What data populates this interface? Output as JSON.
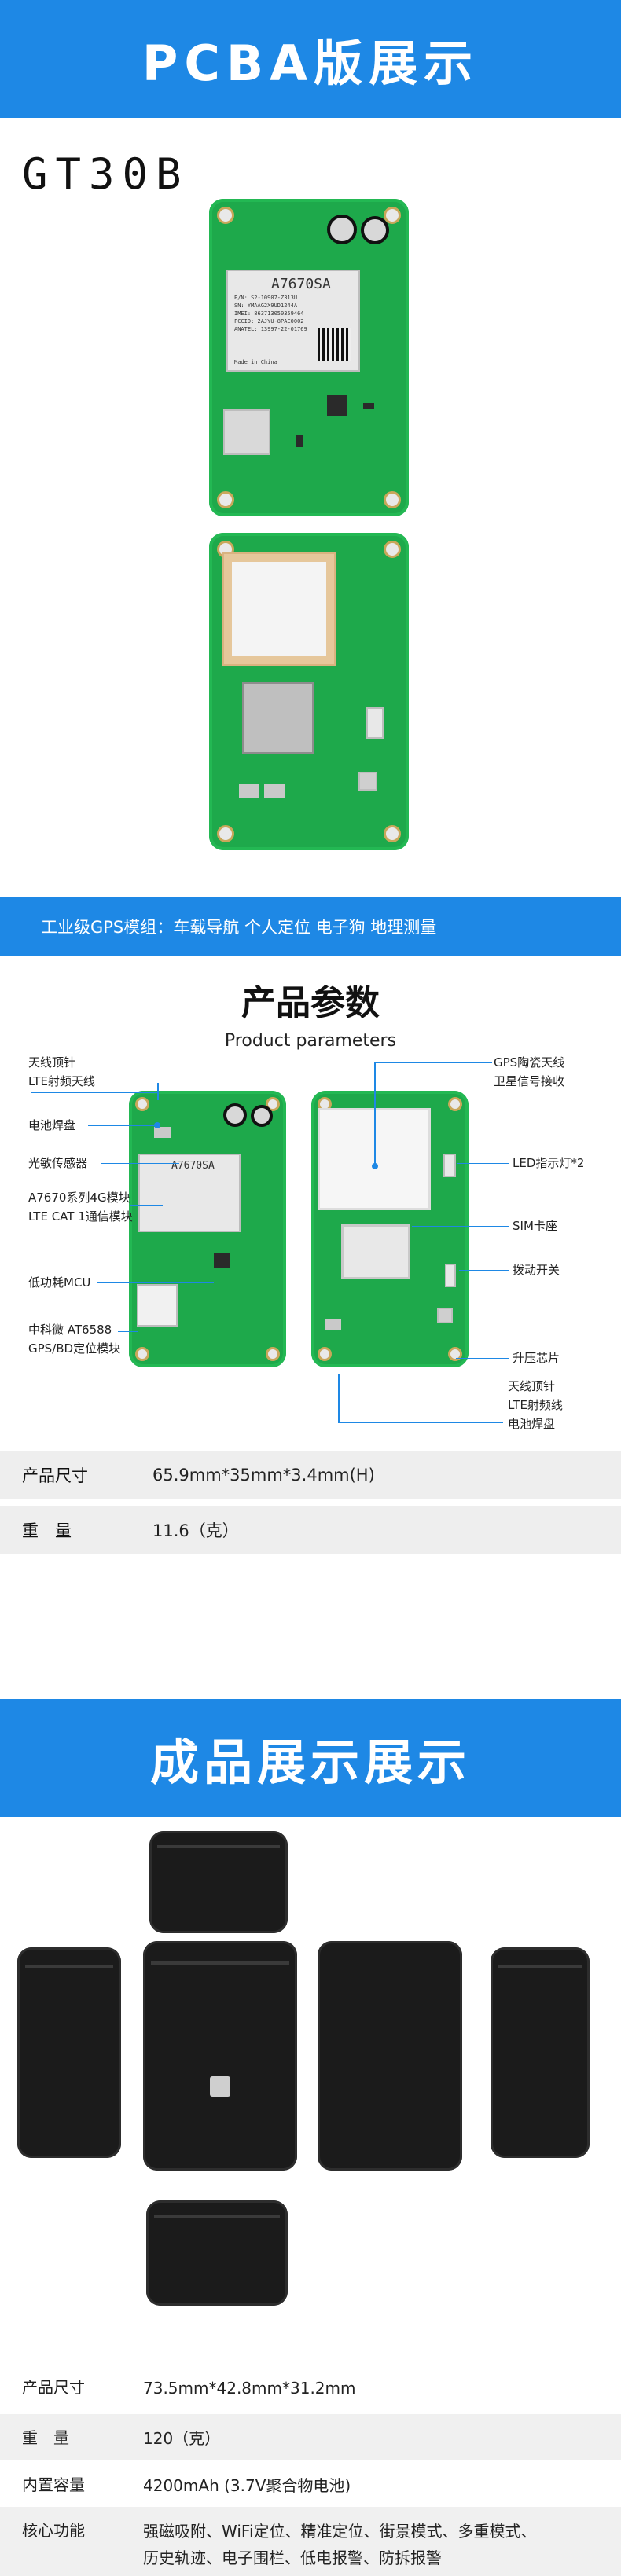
{
  "banner_top": {
    "title": "PCBA版展示"
  },
  "model": "GT30B",
  "module": {
    "name": "A7670SA",
    "lines": [
      "P/N: S2-10907-Z313U",
      "SN: YMAAG2X9UD1244A",
      "IMEI: 863713050359464",
      "FCCID: 2AJYU-8PAE0002",
      "ANATEL: 13997-22-01769"
    ],
    "made_in": "Made in China"
  },
  "strip": {
    "text": "工业级GPS模组：车载导航 个人定位 电子狗 地理测量"
  },
  "params": {
    "title": "产品参数",
    "subtitle": "Product parameters"
  },
  "callouts_left": [
    {
      "text": "天线顶针"
    },
    {
      "text": "LTE射频天线"
    },
    {
      "text": "电池焊盘"
    },
    {
      "text": "光敏传感器"
    },
    {
      "text": "A7670系列4G模块"
    },
    {
      "text": "LTE CAT 1通信模块"
    },
    {
      "text": "低功耗MCU"
    },
    {
      "text": "中科微 AT6588"
    },
    {
      "text": "GPS/BD定位模块"
    }
  ],
  "callouts_right": [
    {
      "text": "GPS陶瓷天线"
    },
    {
      "text": "卫星信号接收"
    },
    {
      "text": "LED指示灯*2"
    },
    {
      "text": "SIM卡座"
    },
    {
      "text": "拨动开关"
    },
    {
      "text": "升压芯片"
    },
    {
      "text": "天线顶针"
    },
    {
      "text": "LTE射频线"
    },
    {
      "text": "电池焊盘"
    }
  ],
  "pcb_specs": [
    {
      "key": "产品尺寸",
      "value": "65.9mm*35mm*3.4mm(H)"
    },
    {
      "key": "重　量",
      "value": "11.6（克）"
    }
  ],
  "banner_bottom": {
    "title": "成品展示展示"
  },
  "product_specs": [
    {
      "key": "产品尺寸",
      "value": "73.5mm*42.8mm*31.2mm"
    },
    {
      "key": "重　量",
      "value": "120（克）"
    },
    {
      "key": "内置容量",
      "value": "4200mAh (3.7V聚合物电池)"
    },
    {
      "key": "核心功能",
      "value": "强磁吸附、WiFi定位、精准定位、街景模式、多重模式、",
      "value2": "历史轨迹、电子围栏、低电报警、防拆报警"
    }
  ],
  "colors": {
    "accent": "#1e88e5",
    "pcb_green": "#1ea94b",
    "device_black": "#1b1b1b"
  }
}
